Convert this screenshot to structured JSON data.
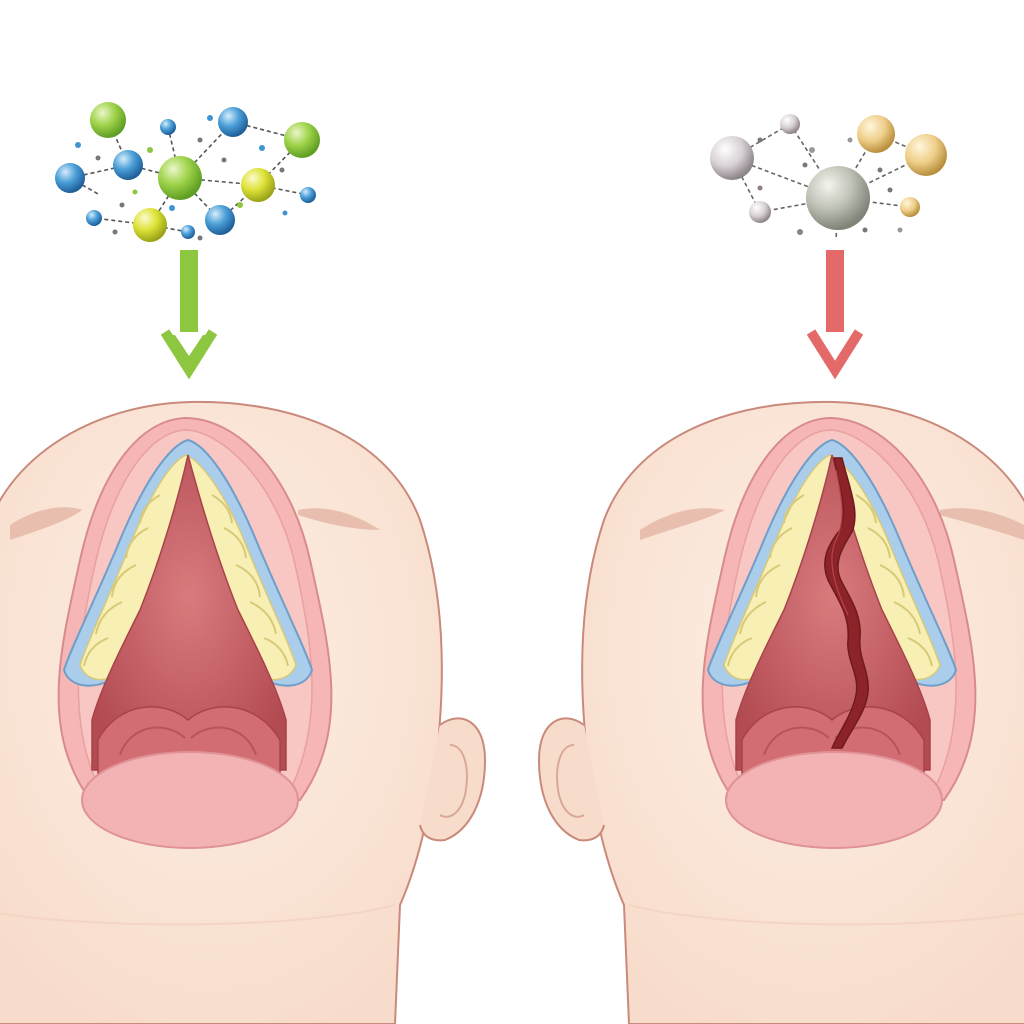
{
  "panels": [
    {
      "id": "left",
      "molecule_palette": {
        "large": "#8cc63f",
        "small_blue": "#3f95d2",
        "yellow": "#d6dc2a",
        "lime": "#86c53a"
      },
      "arrow_color": "#8dc63f",
      "palate_condition": "intact"
    },
    {
      "id": "right",
      "molecule_palette": {
        "large": "#b6b9ad",
        "grey": "#c9c3c6",
        "gold": "#e6c27a"
      },
      "arrow_color": "#e46a6a",
      "palate_condition": "cleft"
    }
  ],
  "colors": {
    "skin": "#fbe3d3",
    "skin_outline": "#c98a7b",
    "gum_pink": "#f4a7ad",
    "mouth_red": "#c65a5f",
    "bone_yellow": "#f7efb3",
    "membrane_blue": "#a9cdea",
    "tongue": "#f1a7aa",
    "cleft_dark": "#8c2328"
  }
}
